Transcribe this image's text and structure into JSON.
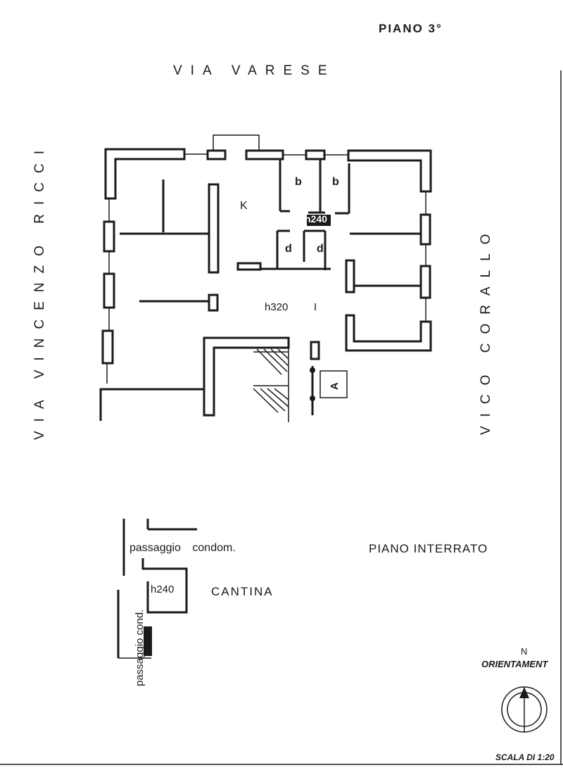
{
  "header": {
    "floor": "PIANO 3°"
  },
  "streets": {
    "top": "VIA VARESE",
    "left": "VIA VINCENZO RICCI",
    "right": "VICO CORALLO"
  },
  "rooms": {
    "kitchen": "K",
    "bath1": "b",
    "bath2": "b",
    "closet1": "d",
    "closet2": "d",
    "height_small": "h240",
    "height_main": "h320",
    "marker_i": "I",
    "marker_a": "A"
  },
  "basement": {
    "title": "PIANO INTERRATO",
    "passage": "passaggio condom.",
    "cellar": "CANTINA",
    "cellar_height": "h240",
    "passage_vertical": "passaggio cond."
  },
  "footer": {
    "north": "N",
    "orientation": "ORIENTAMENT",
    "scale": "SCALA DI 1:20"
  }
}
